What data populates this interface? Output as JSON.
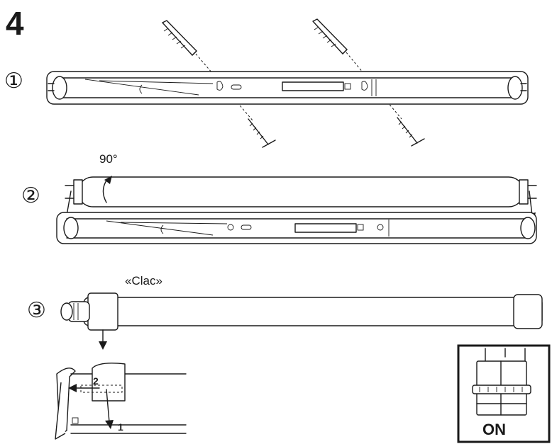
{
  "step_number": "4",
  "substeps": {
    "one": "①",
    "two": "②",
    "three": "③"
  },
  "rotation_label": "90°",
  "click_label": "«Clac»",
  "detail_labels": {
    "first": "1",
    "second": "2"
  },
  "switch_label": "ON"
}
